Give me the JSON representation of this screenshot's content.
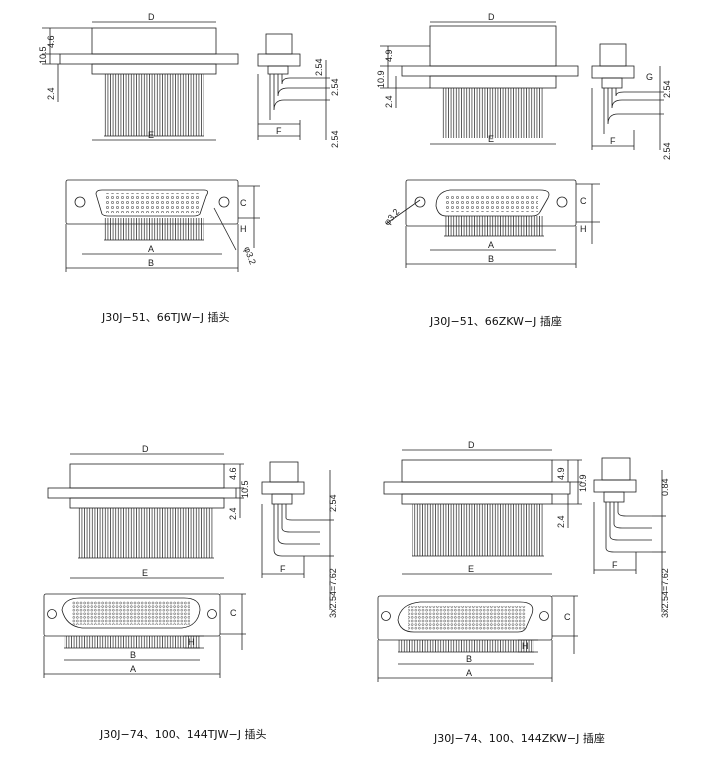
{
  "captions": {
    "q1": "J30J−51、66TJW−J 插头",
    "q2": "J30J−51、66ZKW−J 插座",
    "q3": "J30J−74、100、144TJW−J 插头",
    "q4": "J30J−74、100、144ZKW−J 插座"
  },
  "labels": {
    "D": "D",
    "E": "E",
    "F": "F",
    "A": "A",
    "B": "B",
    "C": "C",
    "H": "H",
    "G": "G",
    "d10_5": "10.5",
    "d4_6": "4.6",
    "d2_4": "2.4",
    "d2_54": "2.54",
    "d10_9": "10.9",
    "d4_9": "4.9",
    "d3_2": "φ3.2",
    "d0_84": "0.84",
    "d3x": "3x2.54=7.62"
  }
}
